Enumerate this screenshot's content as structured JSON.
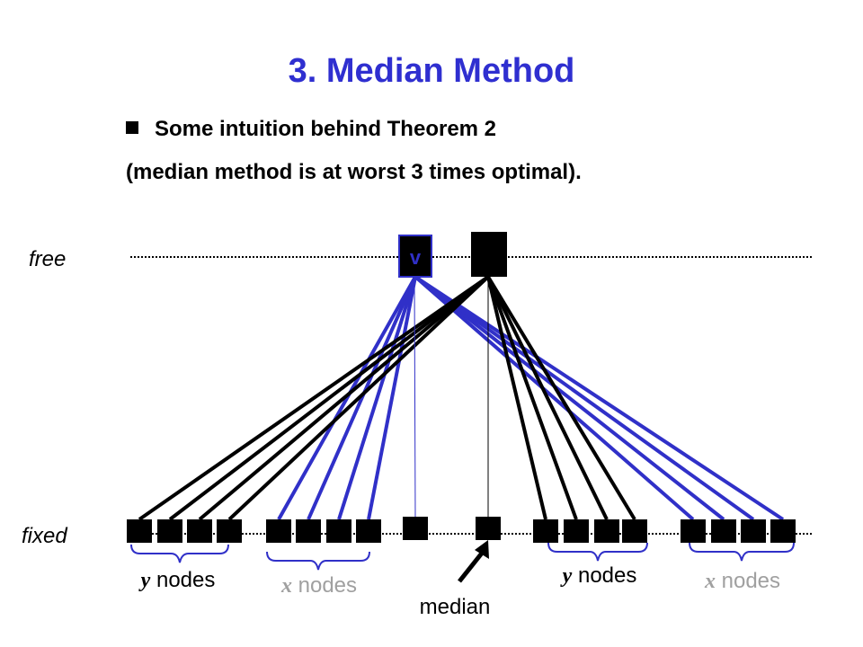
{
  "slide": {
    "title": "3. Median Method",
    "bullet": "Some intuition behind Theorem 2",
    "subtext": "(median method is at worst 3 times optimal)."
  },
  "diagram": {
    "free_label": "free",
    "fixed_label": "fixed",
    "v_label": "v",
    "median_label": "median",
    "groups": [
      {
        "var": "y",
        "word": "nodes",
        "color": "#000000"
      },
      {
        "var": "x",
        "word": "nodes",
        "color": "#a0a0a0"
      },
      {
        "var": "y",
        "word": "nodes",
        "color": "#000000"
      },
      {
        "var": "x",
        "word": "nodes",
        "color": "#a0a0a0"
      }
    ],
    "colors": {
      "blue_edges": "#3030c8",
      "black_edges": "#000000",
      "brace": "#3030c8",
      "title": "#2f2fd0"
    }
  }
}
